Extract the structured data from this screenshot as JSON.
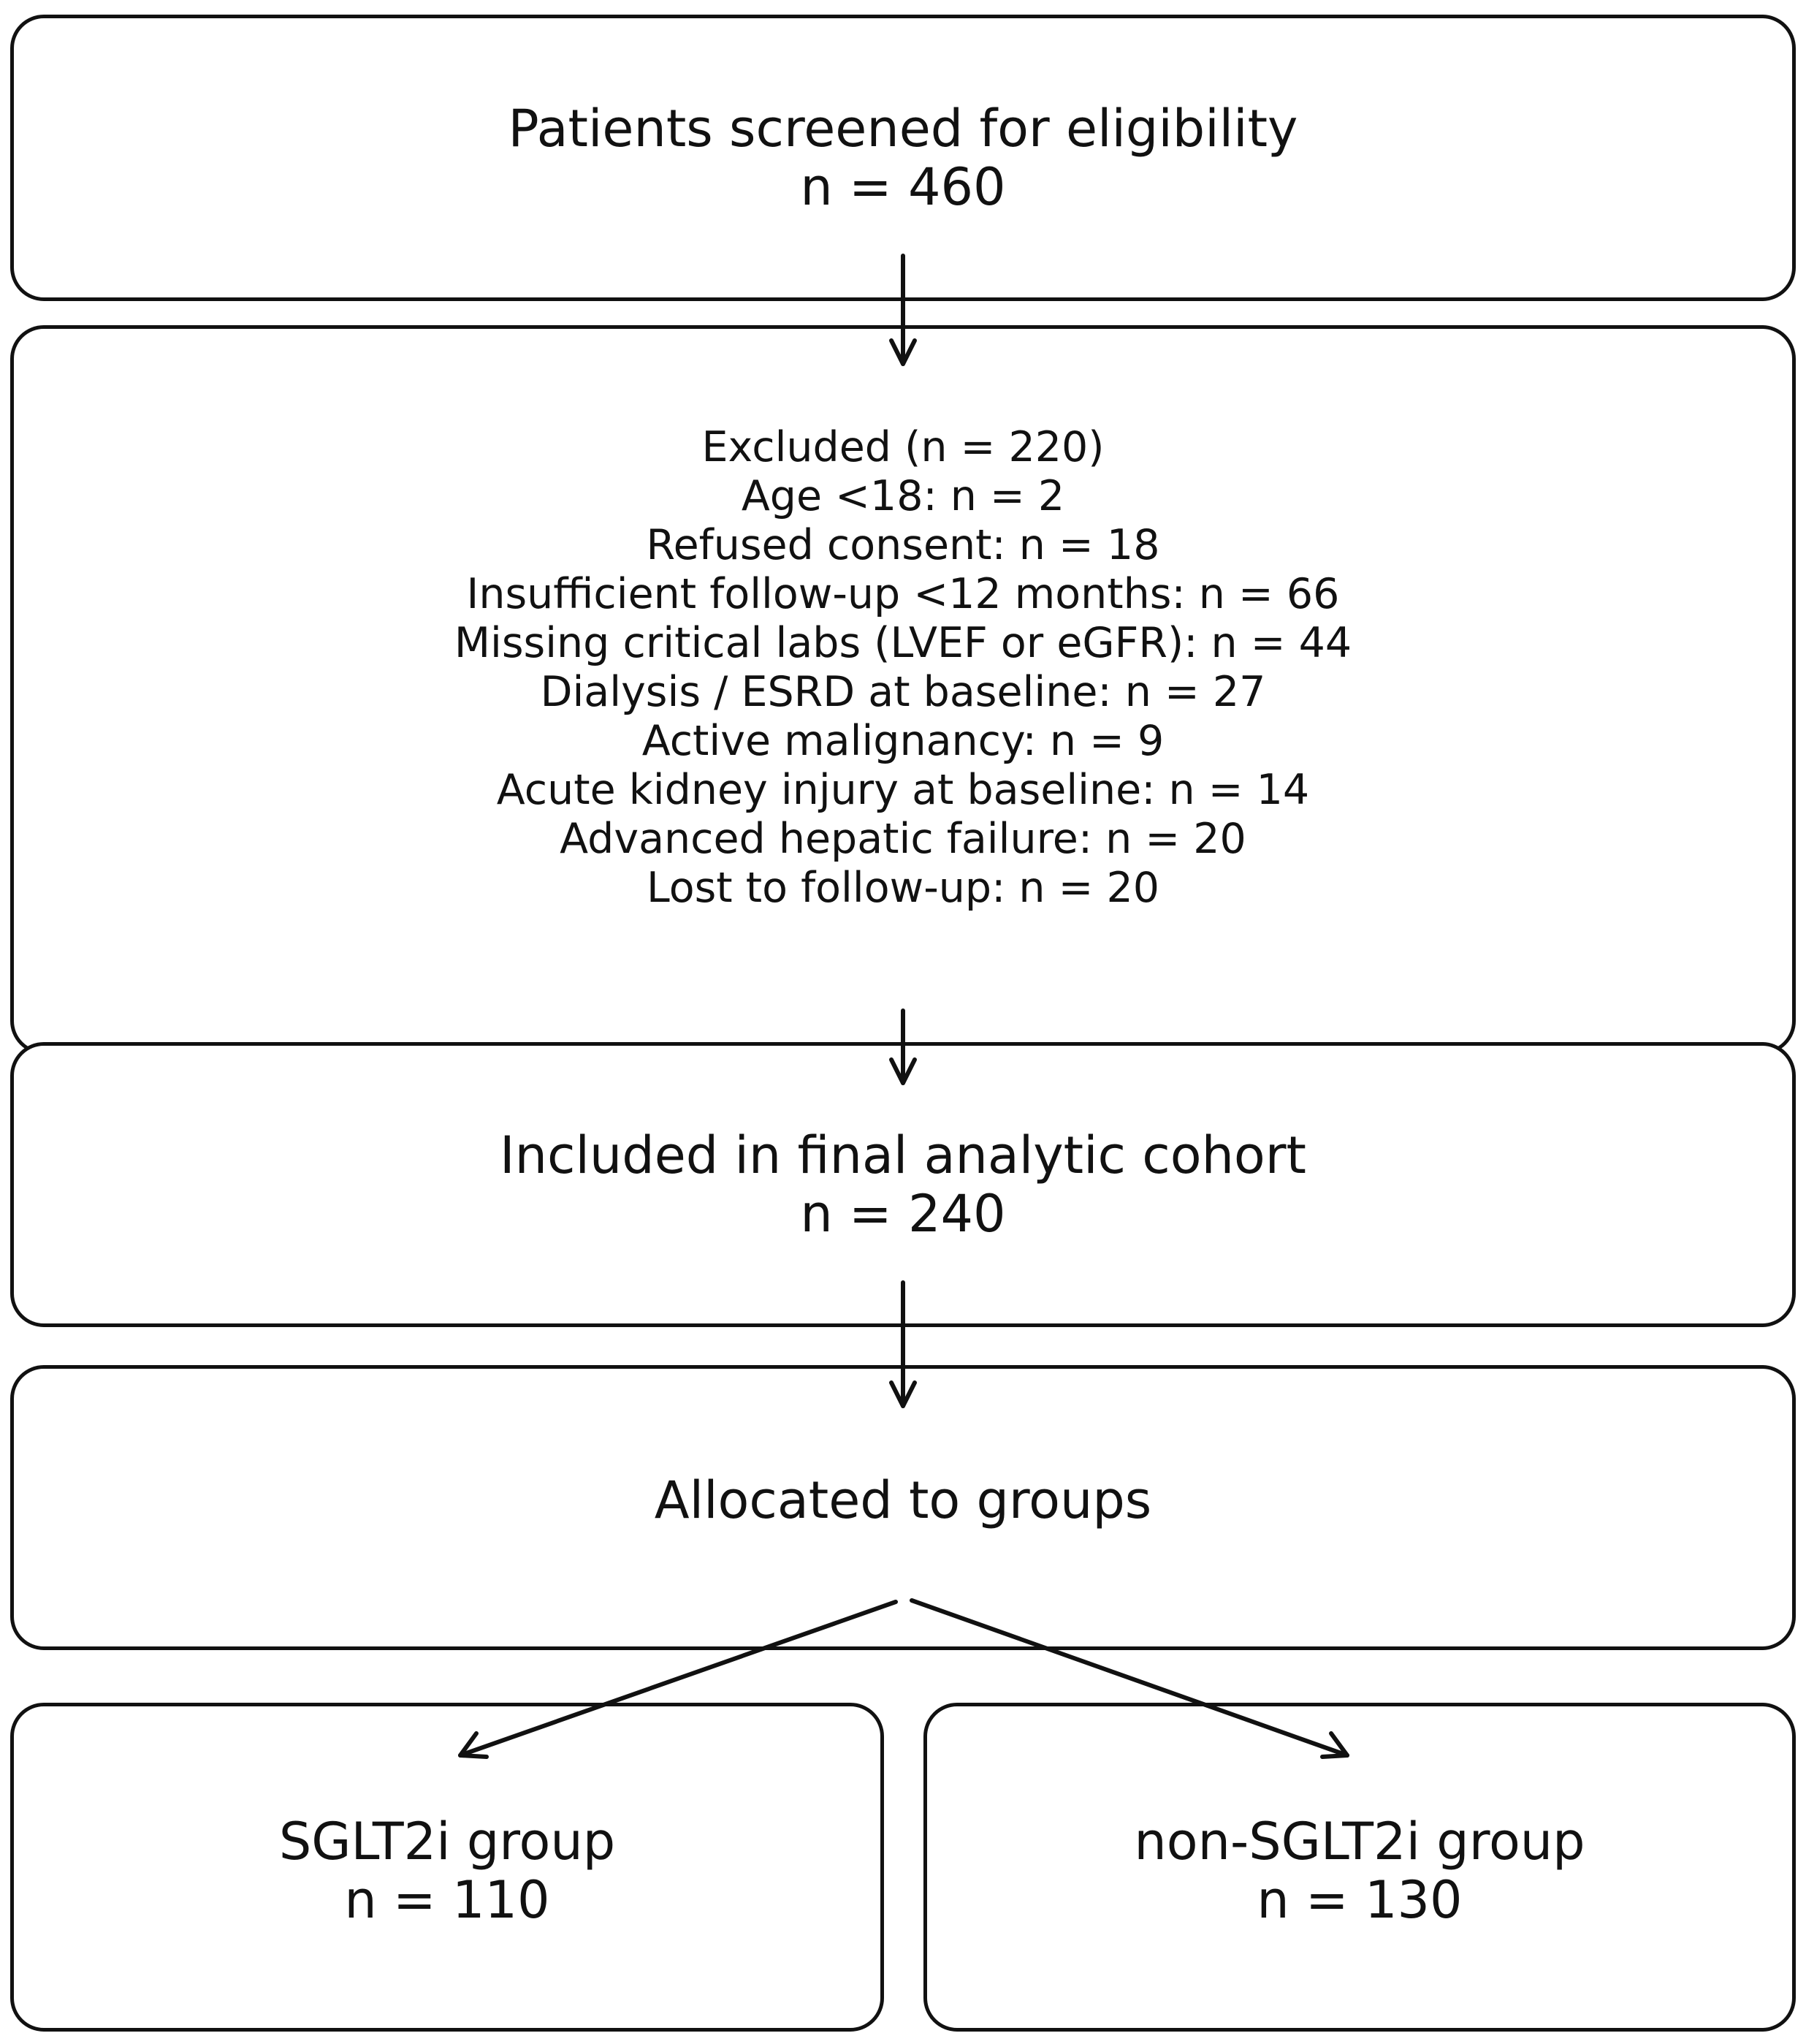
{
  "screened": {
    "title": "Patients screened for eligibility",
    "count": "n = 460"
  },
  "excluded": {
    "title": "Excluded (n = 220)",
    "reasons": [
      "Age <18: n = 2",
      "Refused consent: n = 18",
      "Insufficient follow-up <12 months: n = 66",
      "Missing critical labs (LVEF or eGFR): n = 44",
      "Dialysis / ESRD at baseline: n = 27",
      "Active malignancy: n = 9",
      "Acute kidney injury at baseline: n = 14",
      "Advanced hepatic failure: n = 20",
      "Lost to follow-up: n = 20"
    ]
  },
  "included": {
    "title": "Included in final analytic cohort",
    "count": "n = 240"
  },
  "allocated": {
    "title": "Allocated to groups"
  },
  "groups": {
    "sglt2i": {
      "title": "SGLT2i group",
      "count": "n = 110"
    },
    "non_sglt2i": {
      "title": "non-SGLT2i group",
      "count": "n = 130"
    }
  }
}
